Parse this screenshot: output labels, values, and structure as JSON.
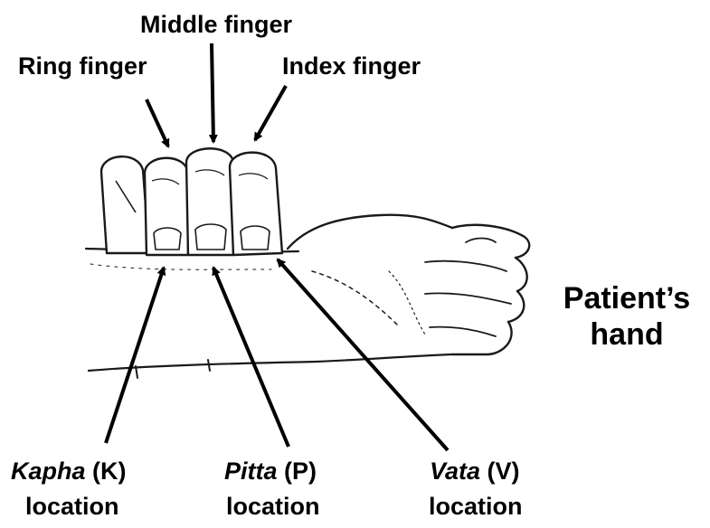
{
  "finger_labels": {
    "middle": "Middle finger",
    "ring": "Ring finger",
    "index": "Index finger"
  },
  "locations": [
    {
      "term": "Kapha",
      "abbr": "(K)",
      "suffix": "location"
    },
    {
      "term": "Pitta",
      "abbr": "(P)",
      "suffix": "location"
    },
    {
      "term": "Vata",
      "abbr": "(V)",
      "suffix": "location"
    }
  ],
  "patient": {
    "line1": "Patient’s",
    "line2": "hand"
  },
  "colors": {
    "ink": "#000000",
    "sketch": "#1a1a1a",
    "paper": "#ffffff"
  }
}
